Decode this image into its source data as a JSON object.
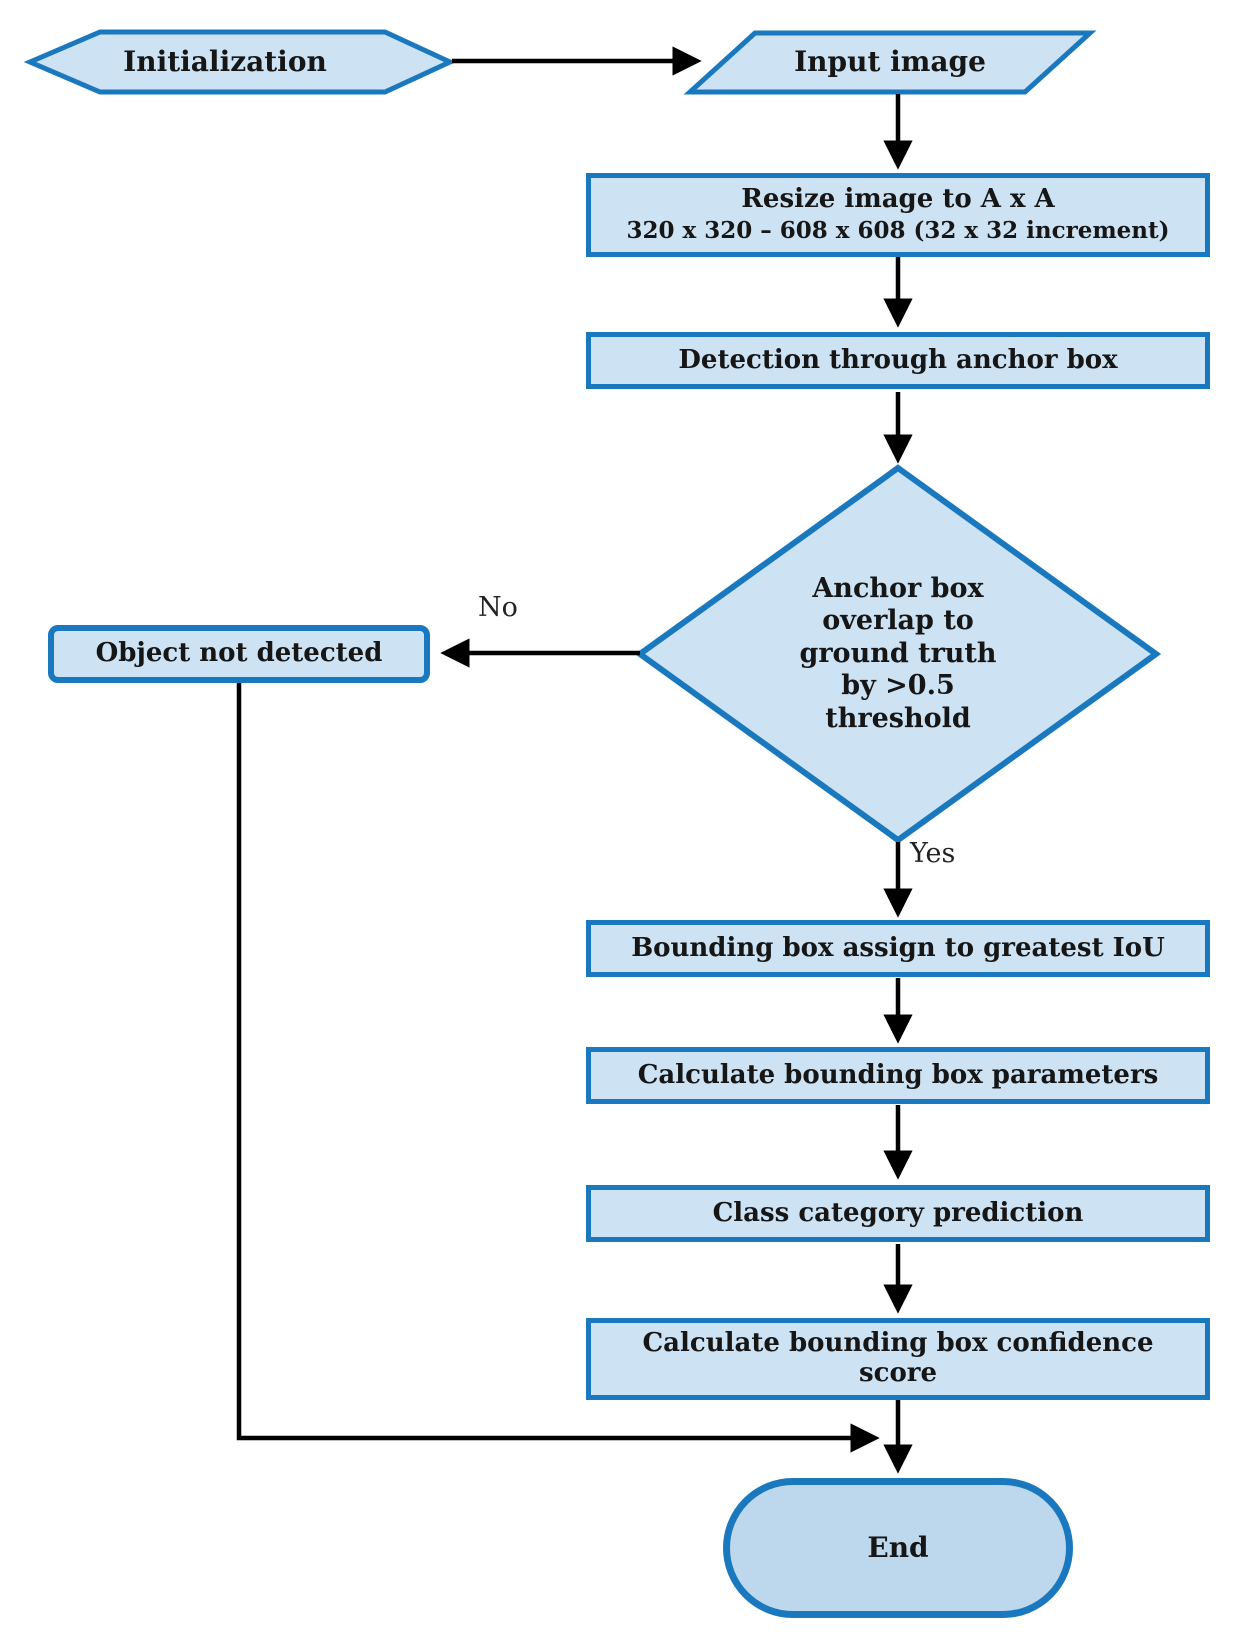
{
  "diagram": {
    "type": "flowchart",
    "colors": {
      "node_fill": "#cde2f2",
      "end_fill": "#bdd8ec",
      "node_border": "#1a79be",
      "connector": "#000000",
      "text": "#161616"
    },
    "nodes": {
      "initialization": {
        "shape": "hexagon",
        "label": "Initialization"
      },
      "input_image": {
        "shape": "parallelogram",
        "label": "Input image"
      },
      "resize": {
        "shape": "process",
        "lines": [
          "Resize image to A x A",
          "320 x 320 – 608 x 608 (32 x 32 increment)"
        ]
      },
      "detection": {
        "shape": "process",
        "label": "Detection through anchor box"
      },
      "decision": {
        "shape": "decision",
        "lines": [
          "Anchor box",
          "overlap to",
          "ground truth",
          "by >0.5",
          "threshold"
        ]
      },
      "object_not_detected": {
        "shape": "process",
        "label": "Object not detected"
      },
      "assign_iou": {
        "shape": "process",
        "label": "Bounding box assign to greatest IoU"
      },
      "bbox_params": {
        "shape": "process",
        "label": "Calculate bounding box parameters"
      },
      "class_prediction": {
        "shape": "process",
        "label": "Class category prediction"
      },
      "confidence_score": {
        "shape": "process",
        "lines": [
          "Calculate bounding box confidence",
          "score"
        ]
      },
      "end": {
        "shape": "terminator",
        "label": "End"
      }
    },
    "edge_labels": {
      "no": "No",
      "yes": "Yes"
    }
  }
}
